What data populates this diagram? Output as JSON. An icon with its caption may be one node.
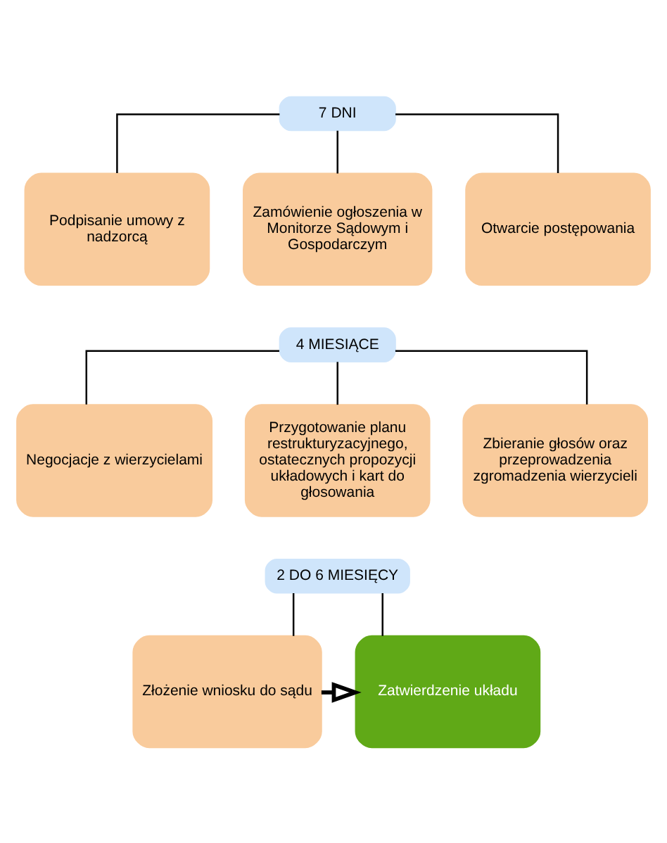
{
  "diagram": {
    "nodes": [
      {
        "text": [
          "7 DNI"
        ]
      },
      {
        "text": [
          "Podpisanie umowy z nadzorcą"
        ]
      },
      {
        "text": [
          "Zamówienie ogłoszenia w Monitorze Sądowym i Gospodarczym"
        ]
      },
      {
        "text": [
          "Otwarcie postępowania"
        ]
      },
      {
        "text": [
          "4 MIESIĄCE"
        ]
      },
      {
        "text": [
          "Negocjacje z wierzycielami"
        ]
      },
      {
        "text": [
          "Przygotowanie planu restrukturyzacyjnego, ostatecznych propozycji układowych i kart do głosowania"
        ]
      },
      {
        "text": [
          "Zbieranie głosów oraz przeprowadzenia zgromadzenia wierzycieli"
        ]
      },
      {
        "text": [
          "2 DO 6 MIESIĘCY"
        ]
      },
      {
        "text": [
          "Złożenie wniosku do sądu"
        ]
      },
      {
        "text": [
          "Zatwierdzenie układu"
        ]
      }
    ],
    "edges": [
      {
        "from": 0,
        "to": 1,
        "arrow": "none"
      },
      {
        "from": 0,
        "to": 2,
        "arrow": "none"
      },
      {
        "from": 0,
        "to": 3,
        "arrow": "none"
      },
      {
        "from": 4,
        "to": 5,
        "arrow": "none"
      },
      {
        "from": 4,
        "to": 6,
        "arrow": "none"
      },
      {
        "from": 4,
        "to": 7,
        "arrow": "none"
      },
      {
        "from": 8,
        "to": 9,
        "arrow": "none"
      },
      {
        "from": 8,
        "to": 10,
        "arrow": "none"
      },
      {
        "from": 9,
        "to": 10,
        "arrow": "to",
        "style": "thick"
      }
    ]
  }
}
